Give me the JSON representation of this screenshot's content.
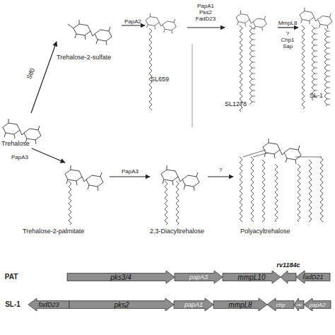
{
  "diagram": {
    "nodes": [
      {
        "text": [
          "Trehalose"
        ]
      },
      {
        "text": [
          "Trehalose-2-sulfate"
        ]
      },
      {
        "text": [
          "SL659"
        ]
      },
      {
        "text": [
          "SL1278"
        ]
      },
      {
        "text": [
          "SL-1"
        ]
      },
      {
        "text": [
          "Trehalose-2-palmitate"
        ]
      },
      {
        "text": [
          "2,3-Diacyltrehalose"
        ]
      },
      {
        "text": [
          "Polyacyltrehalose"
        ]
      },
      {
        "text": [
          "pks3/4"
        ]
      },
      {
        "text": [
          "papA3"
        ]
      },
      {
        "text": [
          "mmpL10"
        ]
      },
      {
        "text": [
          "rv1184c"
        ]
      },
      {
        "text": [
          "fadD21"
        ]
      },
      {
        "text": [
          "fadD23"
        ]
      },
      {
        "text": [
          "pks2"
        ]
      },
      {
        "text": [
          "papA1"
        ]
      },
      {
        "text": [
          "mmpL8"
        ]
      },
      {
        "text": [
          "chp"
        ]
      },
      {
        "text": [
          "sap"
        ]
      },
      {
        "text": [
          "papA2"
        ]
      }
    ],
    "edges": [
      {
        "from": 0,
        "to": 1,
        "arrow": "to",
        "label": "Stf0"
      },
      {
        "from": 1,
        "to": 2,
        "arrow": "to",
        "label": "PapA2"
      },
      {
        "from": 2,
        "to": 3,
        "arrow": "to",
        "label": "PapA1 Pks2 FadD23"
      },
      {
        "from": 3,
        "to": 4,
        "arrow": "to",
        "label": "MmpL8"
      },
      {
        "from": 0,
        "to": 5,
        "arrow": "to",
        "label": "PapA3"
      },
      {
        "from": 5,
        "to": 6,
        "arrow": "to",
        "label": "PapA3"
      },
      {
        "from": 6,
        "to": 7,
        "arrow": "to",
        "label": "?"
      }
    ],
    "labels": [
      "?",
      "Chp1",
      "Sap",
      "PAT",
      "SL-1"
    ]
  }
}
